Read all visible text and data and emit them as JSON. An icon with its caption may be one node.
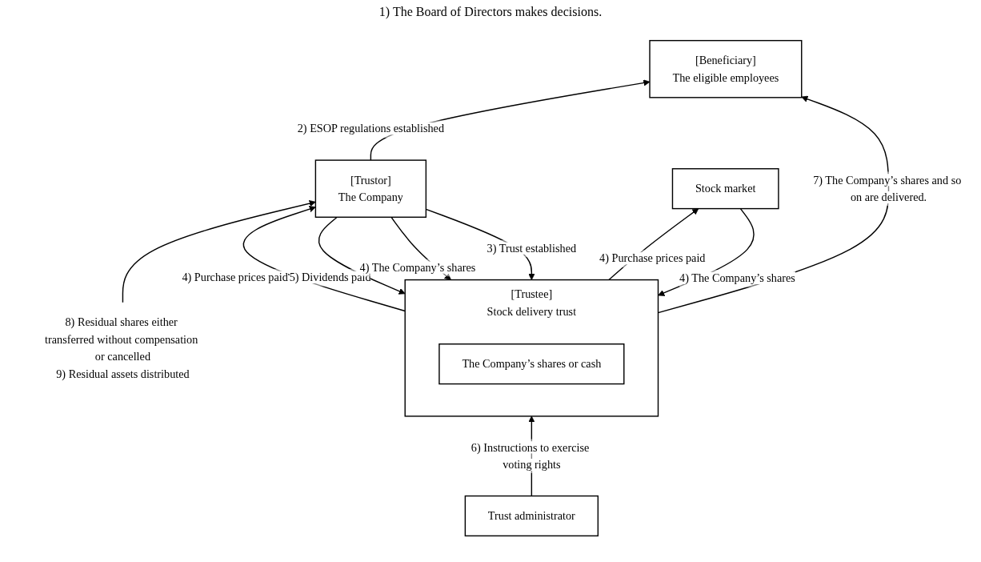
{
  "diagram": {
    "nodes": [
      {
        "text": [
          "[Trustor]",
          "The Company"
        ]
      },
      {
        "text": [
          "[Beneficiary]",
          "The eligible employees"
        ]
      },
      {
        "text": [
          "Stock market"
        ]
      },
      {
        "text": [
          "[Trustee]",
          "Stock delivery trust"
        ]
      },
      {
        "text": [
          "The Company’s shares or cash"
        ],
        "in": 3
      },
      {
        "text": [
          "Trust administrator"
        ]
      },
      {
        "text": [
          "8) Residual shares either transferred without compensation or cancelled",
          "9) Residual assets distributed"
        ]
      }
    ],
    "edges": [
      {
        "from": 6,
        "to": 0,
        "arrow": "to"
      },
      {
        "from": 0,
        "to": 1,
        "arrow": "to",
        "label": "2) ESOP regulations established"
      },
      {
        "from": 0,
        "to": 3,
        "arrow": "to",
        "label": "5) Dividends paid"
      },
      {
        "from": 3,
        "to": 0,
        "arrow": "to",
        "label": "4) Purchase prices paid"
      },
      {
        "from": 0,
        "to": 3,
        "arrow": "to",
        "label": "4) The Company’s shares"
      },
      {
        "from": 0,
        "to": 3,
        "arrow": "to",
        "label": "3) Trust established"
      },
      {
        "from": 2,
        "to": 3,
        "arrow": "to",
        "label": "4) The Company’s shares"
      },
      {
        "from": 3,
        "to": 2,
        "arrow": "to",
        "label": "4) Purchase prices paid"
      },
      {
        "from": 3,
        "to": 1,
        "arrow": "to",
        "label": "7) The Company’s shares and so on are delivered."
      },
      {
        "from": 5,
        "to": 3,
        "arrow": "to",
        "label": "6) Instructions to exercise voting rights"
      }
    ],
    "labels": [
      "1) The Board of Directors makes decisions."
    ]
  }
}
